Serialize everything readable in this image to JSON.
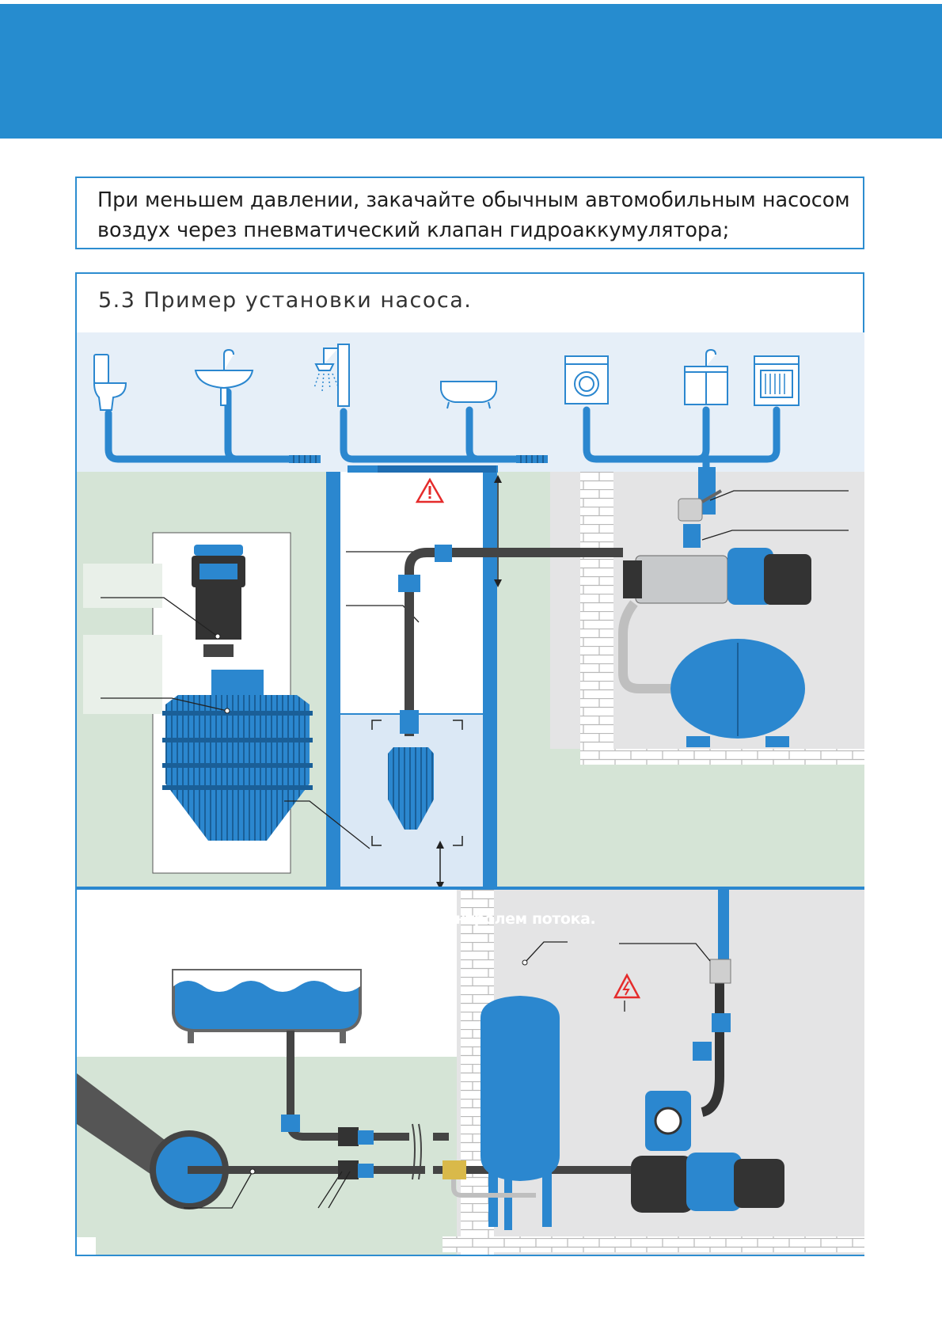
{
  "page": {
    "note": "При меньшем давлении, закачайте обычным автомобильным насосом воздух через пневматический клапан гидроаккумулятора;",
    "section_title": "5.3 Пример установки насоса.",
    "diagram_caption": "Монтаж насоса-автомата «ДЖАМБО» с контролем потока."
  },
  "colors": {
    "header": "#268ccf",
    "pipe_blue": "#2b87cf",
    "light_blue_bg": "#e6eff8",
    "ground_green": "#d5e4d6",
    "wall_gray": "#e4e4e5",
    "warning_red": "#e52b2b"
  },
  "icons": [
    "toilet-icon",
    "sink-icon",
    "shower-icon",
    "bathtub-icon",
    "washing-machine-icon",
    "kitchen-sink-icon",
    "dishwasher-icon",
    "warning-icon",
    "electric-hazard-icon"
  ]
}
